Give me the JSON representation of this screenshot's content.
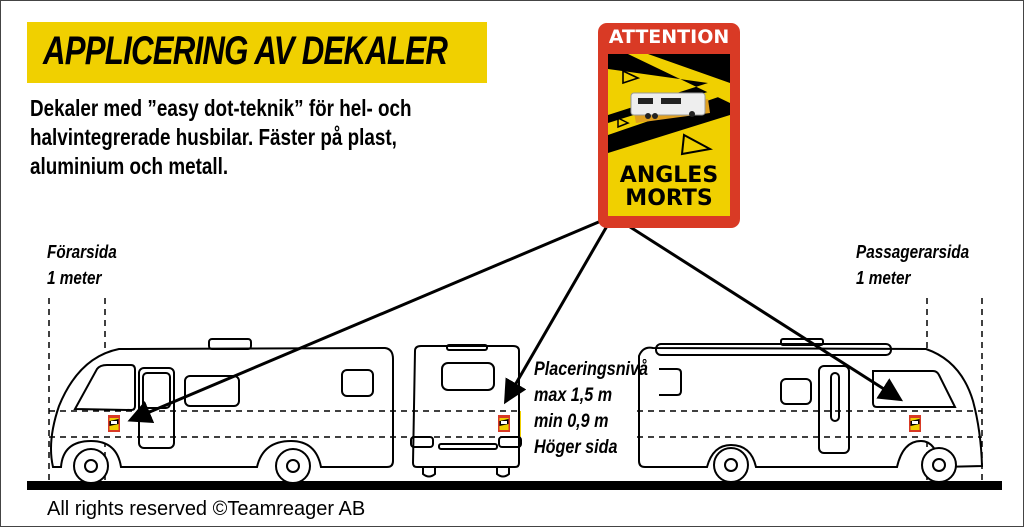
{
  "header": {
    "title": "APPLICERING AV DEKALER",
    "description": "Dekaler med ”easy dot-teknik” för hel- och halvintegrerade husbilar. Fäster på plast, aluminium och metall."
  },
  "sign": {
    "top_text": "ATTENTION",
    "bottom_line1": "ANGLES",
    "bottom_line2": "MORTS",
    "colors": {
      "border": "#d93a25",
      "yellow": "#f0d000",
      "black": "#000000"
    }
  },
  "labels": {
    "driver_side": "Förarsida",
    "driver_distance": "1 meter",
    "passenger_side": "Passagerarsida",
    "passenger_distance": "1 meter",
    "placement_level": "Placeringsnivå",
    "max_height": "max 1,5 m",
    "min_height": "min 0,9 m",
    "right_side": "Höger sida"
  },
  "footer": {
    "copyright": "All rights reserved ©Teamreager AB"
  },
  "colors": {
    "accent_yellow": "#f0d000",
    "line": "#000000"
  }
}
